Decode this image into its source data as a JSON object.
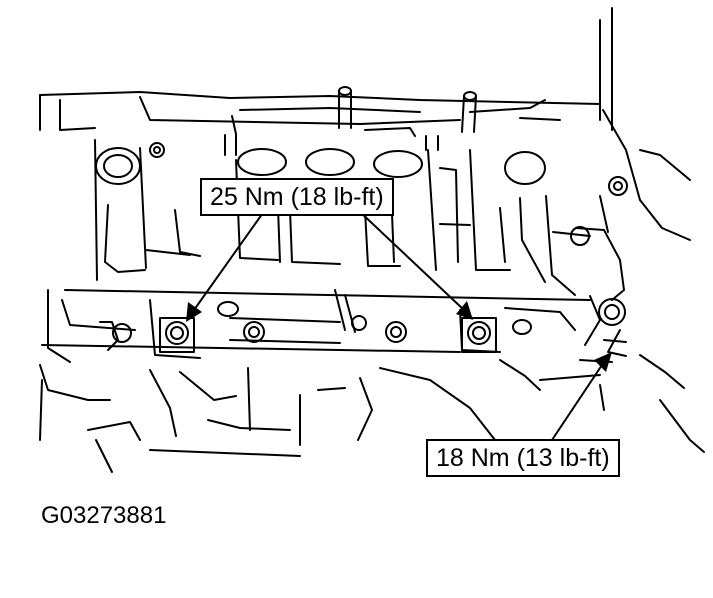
{
  "callouts": {
    "upper_torque": "25 Nm (18 lb-ft)",
    "lower_torque": "18 Nm (13 lb-ft)"
  },
  "figure_id": "G03273881"
}
